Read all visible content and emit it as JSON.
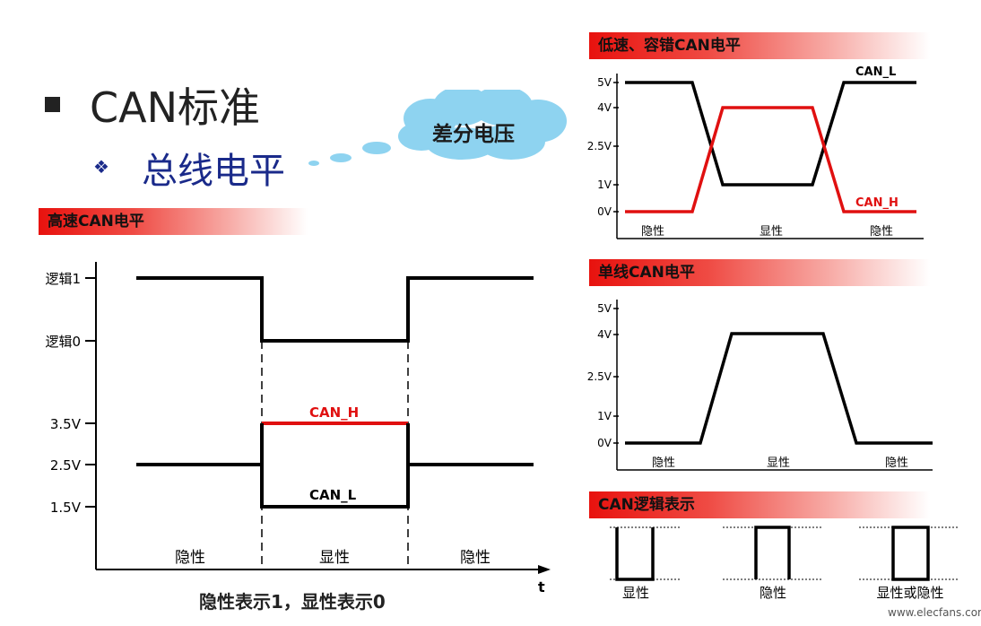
{
  "header": {
    "title": "CAN标准",
    "subtitle_bullet": "❖",
    "subtitle": "总线电平",
    "cloud_label": "差分电压"
  },
  "high_speed": {
    "section_title": "高速CAN电平",
    "logic_labels": [
      "逻辑1",
      "逻辑0"
    ],
    "voltage_labels": [
      "3.5V",
      "2.5V",
      "1.5V"
    ],
    "can_h_label": "CAN_H",
    "can_l_label": "CAN_L",
    "states": [
      "隐性",
      "显性",
      "隐性"
    ],
    "time_axis_label": "t",
    "caption": "隐性表示1，显性表示0"
  },
  "low_speed": {
    "section_title": "低速、容错CAN电平",
    "y_ticks": [
      "5V",
      "4V",
      "2.5V",
      "1V",
      "0V"
    ],
    "can_l_label": "CAN_L",
    "can_h_label": "CAN_H",
    "states": [
      "隐性",
      "显性",
      "隐性"
    ]
  },
  "single_wire": {
    "section_title": "单线CAN电平",
    "y_ticks": [
      "5V",
      "4V",
      "2.5V",
      "1V",
      "0V"
    ],
    "states": [
      "隐性",
      "显性",
      "隐性"
    ]
  },
  "logic_repr": {
    "section_title": "CAN逻辑表示",
    "labels": [
      "显性",
      "隐性",
      "显性或隐性"
    ]
  },
  "watermark": "www.elecfans.com",
  "colors": {
    "signal": "#000000",
    "can_h": "#e01010",
    "section_bar": "#e8120e",
    "subtitle": "#1a2a8a",
    "cloud": "#8ed3f0"
  }
}
